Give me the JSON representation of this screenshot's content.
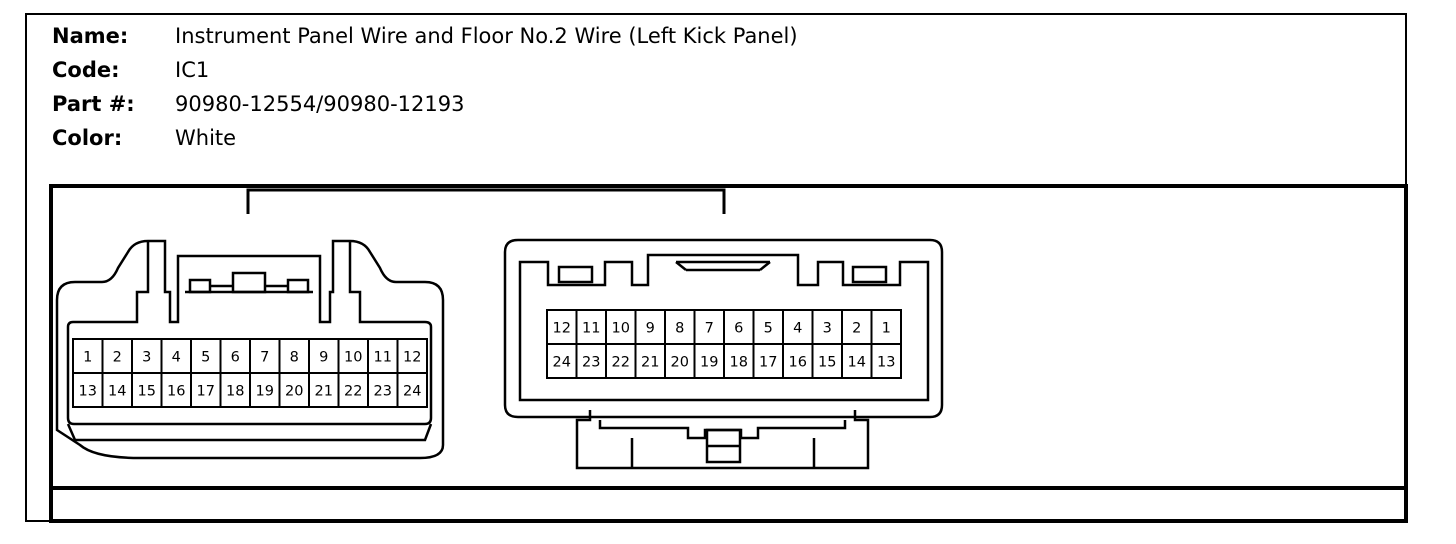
{
  "info": {
    "name_label": "Name:",
    "name_value": "Instrument Panel Wire and Floor No.2 Wire (Left Kick Panel)",
    "code_label": "Code:",
    "code_value": "IC1",
    "part_label": "Part #:",
    "part_value": "90980-12554/90980-12193",
    "color_label": "Color:",
    "color_value": "White"
  },
  "connector_left": {
    "row_top": [
      "1",
      "2",
      "3",
      "4",
      "5",
      "6",
      "7",
      "8",
      "9",
      "10",
      "11",
      "12"
    ],
    "row_bottom": [
      "13",
      "14",
      "15",
      "16",
      "17",
      "18",
      "19",
      "20",
      "21",
      "22",
      "23",
      "24"
    ]
  },
  "connector_right": {
    "row_top": [
      "12",
      "11",
      "10",
      "9",
      "8",
      "7",
      "6",
      "5",
      "4",
      "3",
      "2",
      "1"
    ],
    "row_bottom": [
      "24",
      "23",
      "22",
      "21",
      "20",
      "19",
      "18",
      "17",
      "16",
      "15",
      "14",
      "13"
    ]
  }
}
